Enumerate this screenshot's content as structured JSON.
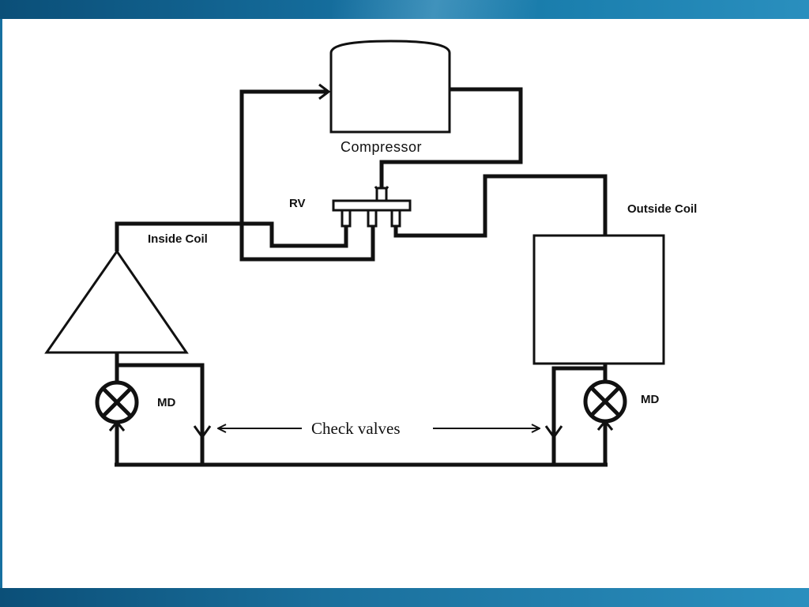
{
  "labels": {
    "compressor": "Compressor",
    "reversing_valve": "RV",
    "inside_coil": "Inside Coil",
    "outside_coil": "Outside Coil",
    "metering_device_left": "MD",
    "metering_device_right": "MD",
    "check_valves": "Check valves"
  },
  "colors": {
    "line": "#111111",
    "header_bar": "#1670a0",
    "background": "#ffffff"
  }
}
